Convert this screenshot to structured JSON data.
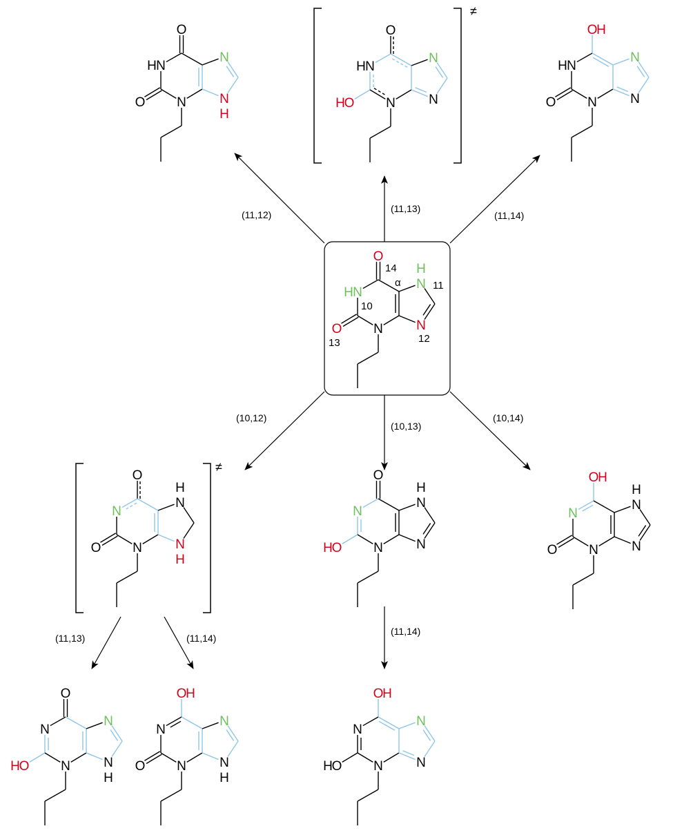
{
  "colors": {
    "k": "#000000",
    "b": "#8ec5ea",
    "r": "#d0021b",
    "g": "#6dbf5b"
  },
  "center_numbers": {
    "n14": "14",
    "n10": "10",
    "n13": "13",
    "n11": "11",
    "n12": "12",
    "alpha": "α"
  },
  "transition_state_symbol": "≠",
  "arrows": [
    {
      "id": "a1112",
      "label": "(11,12)"
    },
    {
      "id": "a1113",
      "label": "(11,13)"
    },
    {
      "id": "a1114",
      "label": "(11,14)"
    },
    {
      "id": "a1012",
      "label": "(10,12)"
    },
    {
      "id": "a1013",
      "label": "(10,13)"
    },
    {
      "id": "a1014",
      "label": "(10,14)"
    },
    {
      "id": "b1113",
      "label": "(11,13)"
    },
    {
      "id": "b1114",
      "label": "(11,14)"
    },
    {
      "id": "c1114",
      "label": "(11,14)"
    }
  ],
  "molecules": [
    {
      "id": "product-11-12",
      "atoms": {
        "O6": [
          "O",
          "k"
        ],
        "N1": [
          "HN",
          "k",
          "l"
        ],
        "O2": [
          "O",
          "k"
        ],
        "N3": [
          "N",
          "k"
        ],
        "N7": [
          "N",
          "g"
        ],
        "N9": [
          "NH",
          "r",
          "d"
        ]
      },
      "bonds": {
        "C6-O6": "2k",
        "C2-O2": "2k",
        "C4-C5": "2b",
        "N7-C8": "2b",
        "C8-N9": "1b",
        "N9-C4": "1b"
      }
    },
    {
      "id": "ts-11-13",
      "atoms": {
        "O6": [
          "O",
          "k"
        ],
        "N1": [
          "HN",
          "k",
          "l"
        ],
        "O2": [
          "HO",
          "r",
          "l"
        ],
        "N3": [
          "N",
          "k"
        ],
        "N7": [
          "N",
          "g"
        ],
        "N9": [
          "N",
          "k"
        ]
      },
      "bonds": {
        "C6-O6": "pk",
        "C6-N1": "1b",
        "N1-C2": "pb",
        "C2-O2": "1b",
        "C2-N3": "pk",
        "C5-C6": "pb",
        "C4-C5": "1b",
        "N7-C8": "2b",
        "C8-N9": "1b",
        "N9-C4": "2b"
      }
    },
    {
      "id": "product-11-14",
      "atoms": {
        "O6": [
          "OH",
          "r",
          "r"
        ],
        "N1": [
          "HN",
          "k",
          "l"
        ],
        "O2": [
          "O",
          "k"
        ],
        "N3": [
          "N",
          "k"
        ],
        "N7": [
          "N",
          "g"
        ],
        "N9": [
          "N",
          "k"
        ]
      },
      "bonds": {
        "C6-O6": "1b",
        "C2-O2": "2k",
        "C5-C6": "2b",
        "C4-C5": "1b",
        "C5-N7": "1b",
        "N7-C8": "2b",
        "C8-N9": "1b",
        "N9-C4": "2b"
      }
    },
    {
      "id": "reactant",
      "atoms": {
        "O6": [
          "O",
          "r"
        ],
        "N1": [
          "HN",
          "g",
          "l"
        ],
        "O2": [
          "O",
          "r"
        ],
        "N3": [
          "N",
          "k"
        ],
        "N7": [
          "NH",
          "g",
          "u"
        ],
        "N9": [
          "N",
          "r"
        ]
      },
      "bonds": {
        "C6-O6": "2k",
        "C2-O2": "2k",
        "C4-C5": "2k",
        "C8-N9": "2k"
      }
    },
    {
      "id": "ts-10-12",
      "atoms": {
        "O6": [
          "O",
          "k"
        ],
        "N1": [
          "N",
          "g"
        ],
        "O2": [
          "O",
          "k"
        ],
        "N3": [
          "N",
          "k"
        ],
        "N7": [
          "NH",
          "k",
          "u"
        ],
        "N9": [
          "NH",
          "r",
          "d"
        ]
      },
      "bonds": {
        "C6-O6": "pk",
        "C6-N1": "pb",
        "C2-O2": "2k",
        "C5-C6": "1b",
        "C4-C5": "2b",
        "N9-C4": "1b"
      }
    },
    {
      "id": "product-10-13",
      "atoms": {
        "O6": [
          "O",
          "k"
        ],
        "N1": [
          "N",
          "g"
        ],
        "O2": [
          "HO",
          "r",
          "l"
        ],
        "N3": [
          "N",
          "k"
        ],
        "N7": [
          "NH",
          "k",
          "u"
        ],
        "N9": [
          "N",
          "k"
        ]
      },
      "bonds": {
        "C6-O6": "2k",
        "C6-N1": "1b",
        "N1-C2": "2b",
        "C2-O2": "1b",
        "C4-C5": "2k",
        "C8-N9": "2k"
      }
    },
    {
      "id": "product-10-14",
      "atoms": {
        "O6": [
          "OH",
          "r",
          "r"
        ],
        "N1": [
          "N",
          "g"
        ],
        "O2": [
          "O",
          "k"
        ],
        "N3": [
          "N",
          "k"
        ],
        "N7": [
          "NH",
          "k",
          "u"
        ],
        "N9": [
          "N",
          "k"
        ]
      },
      "bonds": {
        "C6-O6": "1b",
        "C6-N1": "2b",
        "C2-O2": "2k",
        "C4-C5": "2k",
        "C8-N9": "2k"
      }
    },
    {
      "id": "product-ts-11-13",
      "atoms": {
        "O6": [
          "O",
          "k"
        ],
        "N1": [
          "N",
          "k"
        ],
        "O2": [
          "HO",
          "r",
          "l"
        ],
        "N3": [
          "N",
          "k"
        ],
        "N7": [
          "N",
          "g"
        ],
        "N9": [
          "NH",
          "k",
          "d"
        ]
      },
      "bonds": {
        "C6-O6": "2k",
        "N1-C2": "2b",
        "C2-O2": "1b",
        "C5-C6": "1b",
        "C4-C5": "2b",
        "N7-C8": "2b",
        "C8-N9": "1b",
        "N9-C4": "1b"
      }
    },
    {
      "id": "product-ts-11-14",
      "atoms": {
        "O6": [
          "OH",
          "r",
          "r"
        ],
        "N1": [
          "N",
          "k"
        ],
        "O2": [
          "O",
          "k"
        ],
        "N3": [
          "N",
          "k"
        ],
        "N7": [
          "N",
          "g"
        ],
        "N9": [
          "NH",
          "k",
          "d"
        ]
      },
      "bonds": {
        "C6-O6": "1b",
        "C6-N1": "2k",
        "C2-O2": "2k",
        "C5-C6": "1b",
        "C4-C5": "2b",
        "N7-C8": "2b",
        "C8-N9": "1b",
        "N9-C4": "1b"
      }
    },
    {
      "id": "product-10-13-11-14",
      "atoms": {
        "O6": [
          "OH",
          "r",
          "r"
        ],
        "N1": [
          "N",
          "k"
        ],
        "O2": [
          "HO",
          "k",
          "l"
        ],
        "N3": [
          "N",
          "k"
        ],
        "N7": [
          "N",
          "g"
        ],
        "N9": [
          "N",
          "k"
        ]
      },
      "bonds": {
        "C6-O6": "1b",
        "N1-C2": "2k",
        "C5-C6": "2b",
        "C4-C5": "1b",
        "C5-N7": "1b",
        "N7-C8": "2b",
        "C8-N9": "1b",
        "N9-C4": "2b"
      }
    }
  ]
}
